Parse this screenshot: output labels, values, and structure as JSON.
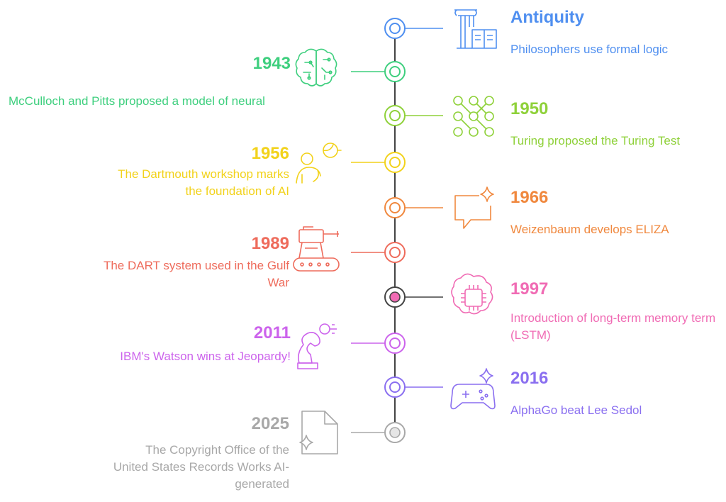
{
  "events": [
    {
      "year": "Antiquity",
      "description": "Philosophers use formal logic",
      "color": "#4f8ff0",
      "side": "right",
      "icon": "column-book-icon"
    },
    {
      "year": "1943",
      "description": "McCulloch and Pitts proposed a model of neural",
      "color": "#3ecf7e",
      "side": "left",
      "icon": "brain-icon"
    },
    {
      "year": "1950",
      "description": "Turing proposed the Turing Test",
      "color": "#8fd13a",
      "side": "right",
      "icon": "network-nodes-icon"
    },
    {
      "year": "1956",
      "description": "The Dartmouth workshop marks the foundation of AI",
      "color": "#f2d21b",
      "side": "left",
      "icon": "person-idea-icon"
    },
    {
      "year": "1966",
      "description": "Weizenbaum develops ELIZA",
      "color": "#f0883e",
      "side": "right",
      "icon": "chat-sparkle-icon"
    },
    {
      "year": "1989",
      "description": "The DART system used in the Gulf War",
      "color": "#ee6b5b",
      "side": "left",
      "icon": "tank-icon"
    },
    {
      "year": "1997",
      "description": "Introduction of long-term memory term (LSTM)",
      "color": "#f06bb4",
      "side": "right",
      "icon": "chip-brain-icon"
    },
    {
      "year": "2011",
      "description": "IBM's Watson wins at Jeopardy!",
      "color": "#cc63ec",
      "side": "left",
      "icon": "chess-knight-icon"
    },
    {
      "year": "2016",
      "description": "AlphaGo beat Lee Sedol",
      "color": "#8a6ff0",
      "side": "right",
      "icon": "gamepad-sparkle-icon"
    },
    {
      "year": "2025",
      "description": "The Copyright Office of the United States Records Works AI-generated",
      "color": "#a8a8a8",
      "side": "left",
      "icon": "document-sparkle-icon"
    }
  ],
  "colors": {
    "spine": "#444444",
    "node_fill": "#ffffff"
  }
}
